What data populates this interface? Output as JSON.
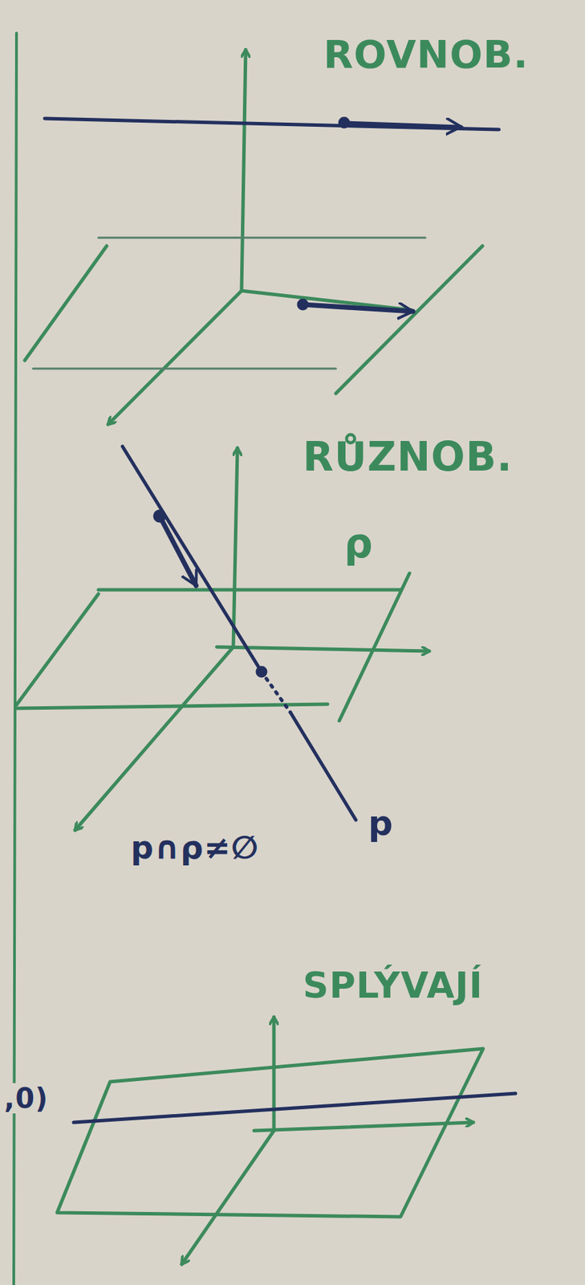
{
  "diagram": {
    "labels": [
      "ROVNOB.",
      "RŮZNOB.",
      "ρ",
      "p∩ρ≠∅",
      "p",
      "SPLÝVAJÍ",
      ",0)"
    ]
  }
}
